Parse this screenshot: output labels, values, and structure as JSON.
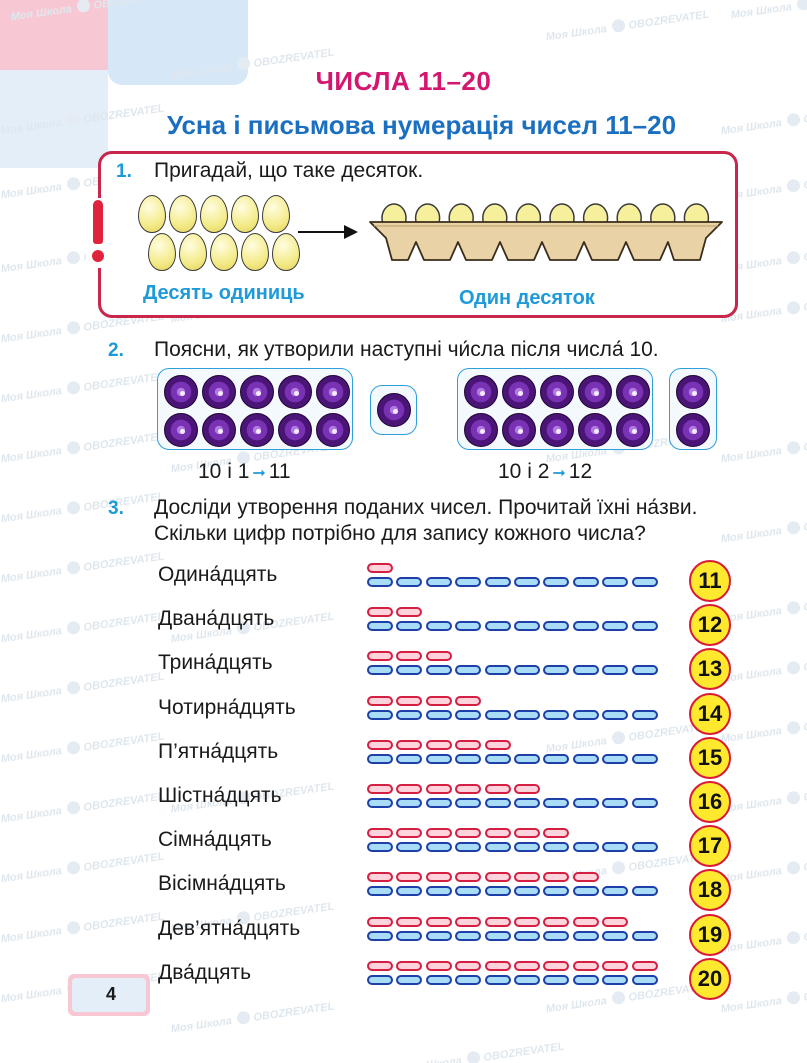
{
  "watermark": {
    "school": "Моя Школа",
    "brand": "OBOZREVATEL"
  },
  "title": "ЧИСЛА 11–20",
  "subtitle": "Усна і письмова нумерація чисел 11–20",
  "task1": {
    "number": "1.",
    "text": "Пригадай, що таке десяток.",
    "caption_left": "Десять одиниць",
    "caption_right": "Один десяток",
    "loose_eggs": 10,
    "tray_eggs": 10
  },
  "task2": {
    "number": "2.",
    "text": "Поясни, як утворили наступні чи́сла після числа́ 10.",
    "left_equation": {
      "a": "10 і 1",
      "b": "11"
    },
    "right_equation": {
      "a": "10 і 2",
      "b": "12"
    }
  },
  "task3": {
    "number": "3.",
    "line1": "Досліди утворення поданих чисел. Прочитай їхні на́зви.",
    "line2": "Скільки цифр потрібно для запису кожного числа?",
    "rows": [
      {
        "name": "Одина́дцять",
        "value": "11",
        "red": 1,
        "blue": 10
      },
      {
        "name": "Двана́дцять",
        "value": "12",
        "red": 2,
        "blue": 10
      },
      {
        "name": "Трина́дцять",
        "value": "13",
        "red": 3,
        "blue": 10
      },
      {
        "name": "Чотирна́дцять",
        "value": "14",
        "red": 4,
        "blue": 10
      },
      {
        "name": "П’ятна́дцять",
        "value": "15",
        "red": 5,
        "blue": 10
      },
      {
        "name": "Шістна́дцять",
        "value": "16",
        "red": 6,
        "blue": 10
      },
      {
        "name": "Сімна́дцять",
        "value": "17",
        "red": 7,
        "blue": 10
      },
      {
        "name": "Вісімна́дцять",
        "value": "18",
        "red": 8,
        "blue": 10
      },
      {
        "name": "Дев’ятна́дцять",
        "value": "19",
        "red": 9,
        "blue": 10
      },
      {
        "name": "Два́дцять",
        "value": "20",
        "red": 10,
        "blue": 10
      }
    ]
  },
  "page_number": "4",
  "colors": {
    "title": "#d4166e",
    "subtitle": "#1b6fc0",
    "accent": "#1f9ad8",
    "frame": "#c8264a"
  }
}
